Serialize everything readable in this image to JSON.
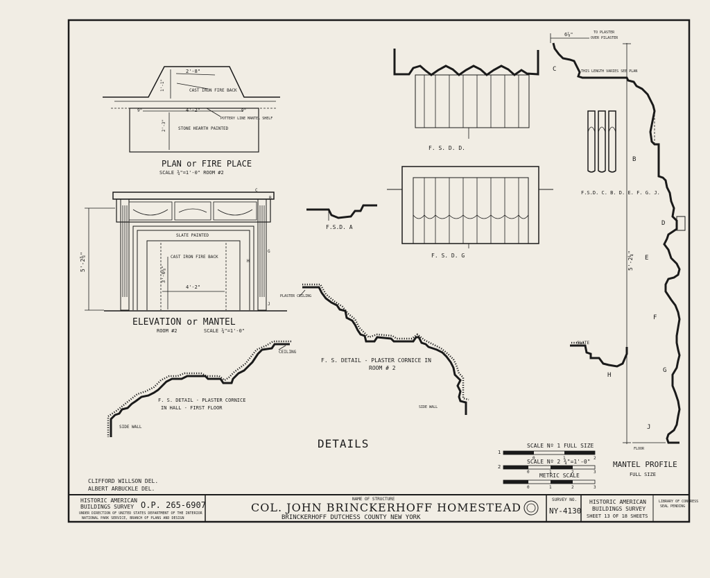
{
  "plan": {
    "title": "PLAN or FIRE PLACE",
    "scale": "SCALE ¾\"=1'-0\"   ROOM #2",
    "dim_width_top": "2'-8\"",
    "dim_depth": "1'-1\"",
    "note_back": "CAST IRON FIRE BACK",
    "dim_left": "9\"",
    "dim_mid": "4'-2\"",
    "dim_right": "9\"",
    "note_shelf": "POTTERY LINE MANTEL SHELF",
    "dim_hearth": "2'-3\"",
    "note_hearth": "STONE HEARTH PAINTED"
  },
  "elevation": {
    "title": "ELEVATION or MANTEL",
    "room": "ROOM #2",
    "scale": "SCALE ¾\"=1'-0\"",
    "note_slate": "SLATE PAINTED",
    "note_back": "CAST IRON FIRE BACK",
    "dim_height": "5'-2⅜\"",
    "dim_opening_h": "3'-0⅛\"",
    "dim_opening_w": "4'-2\"",
    "tag_c": "C",
    "tag_b": "B",
    "tag_g": "G",
    "tag_h": "H",
    "tag_j": "J"
  },
  "fsd_d": {
    "label": "F. S. D.   D."
  },
  "fsd_g": {
    "label": "F. S. D.   G"
  },
  "fsd_a": {
    "label": "F.S.D.  A"
  },
  "profile_set": {
    "label": "F.S.D.  C. B. D. E. F. G. J."
  },
  "cornice_room": {
    "label_1": "F. S. DETAIL - PLASTER CORNICE IN",
    "label_2": "ROOM # 2",
    "note_ceiling": "PLASTER CEILING",
    "note_wall": "SIDE WALL"
  },
  "cornice_hall": {
    "label_1": "F. S. DETAIL - PLASTER CORNICE",
    "label_2": "IN HALL - FIRST FLOOR",
    "note_ceiling": "CEILING",
    "note_wall": "SIDE WALL"
  },
  "details_title": "DETAILS",
  "profile": {
    "dim_top": "6⅞\"",
    "note_plaster_1": "TO PLASTER",
    "note_plaster_2": "OVER PILASTER",
    "note_length": "THIS LENGTH VARIES SEE PLAN",
    "dim_height": "5'-2¼\"",
    "note_slate": "SLATE",
    "note_floor": "FLOOR",
    "title": "MANTEL PROFILE",
    "subtitle": "FULL SIZE",
    "tag_c": "C",
    "tag_b": "B",
    "tag_d": "D",
    "tag_e": "E",
    "tag_f": "F",
    "tag_g": "G",
    "tag_h": "H",
    "tag_j": "J"
  },
  "scales": {
    "scale_1": "SCALE Nº 1 FULL SIZE",
    "scale_2": "SCALE Nº 2  ¾\"=1'-0\"",
    "metric": "METRIC SCALE",
    "idx_1": "1",
    "idx_2": "2",
    "s1_ticks": [
      "0",
      "1",
      "2"
    ],
    "s2_ticks": [
      "0",
      "1",
      "2",
      "3"
    ],
    "m_ticks": [
      "0",
      "1",
      "2",
      "3"
    ]
  },
  "credits": {
    "line_1": "CLIFFORD WILLSON  DEL.",
    "line_2": "ALBERT ARBUCKLE  DEL."
  },
  "title_block": {
    "agency_1": "HISTORIC AMERICAN",
    "agency_2": "BUILDINGS SURVEY",
    "op_number": "O.P. 265-6907",
    "direction_1": "UNDER DIRECTION OF UNITED STATES DEPARTMENT OF THE INTERIOR",
    "direction_2": "NATIONAL PARK SERVICE, BRANCH OF PLANS AND DESIGN",
    "name_caption": "NAME OF STRUCTURE",
    "structure_name": "COL. JOHN BRINCKERHOFF HOMESTEAD",
    "location": "BRINCKERHOFF   DUTCHESS  COUNTY   NEW  YORK",
    "survey_caption": "SURVEY NO.",
    "survey_no": "NY-4130",
    "right_1": "HISTORIC AMERICAN",
    "right_2": "BUILDINGS SURVEY",
    "sheet_line": "SHEET 13 OF 18 SHEETS",
    "library_1": "LIBRARY OF CONGRESS",
    "library_2": "SEAL PENDING"
  }
}
